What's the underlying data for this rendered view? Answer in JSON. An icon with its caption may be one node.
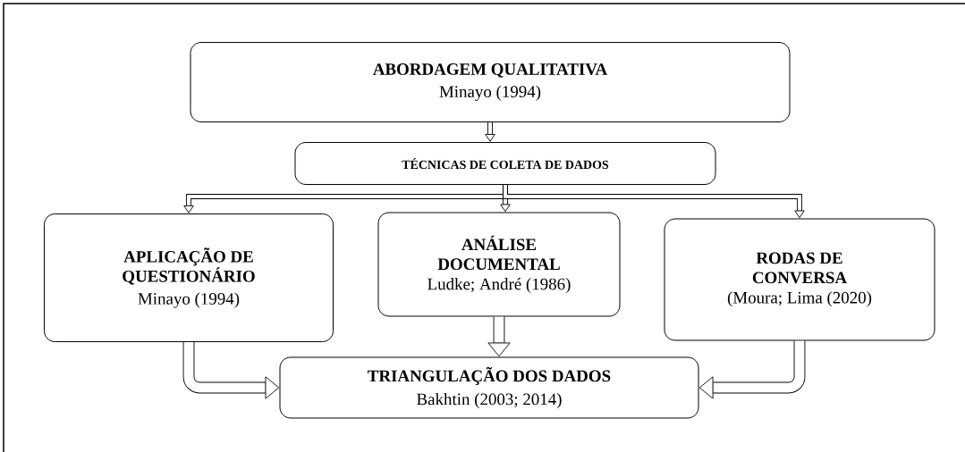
{
  "diagram": {
    "nodes": [
      {
        "text": [
          "ABORDAGEM QUALITATIVA",
          "Minayo (1994)"
        ]
      },
      {
        "text": [
          "TÉCNICAS DE COLETA DE DADOS"
        ]
      },
      {
        "text": [
          "APLICAÇÃO DE QUESTIONÁRIO",
          "Minayo (1994)"
        ]
      },
      {
        "text": [
          "ANÁLISE DOCUMENTAL",
          "Ludke; André (1986)"
        ]
      },
      {
        "text": [
          "RODAS DE CONVERSA",
          "(Moura; Lima (2020)"
        ]
      },
      {
        "text": [
          "TRIANGULAÇÃO DOS DADOS",
          "Bakhtin (2003; 2014)"
        ]
      }
    ],
    "edges": [
      {
        "from": 0,
        "to": 1,
        "arrow": "to"
      },
      {
        "from": 1,
        "to": 2,
        "arrow": "to"
      },
      {
        "from": 1,
        "to": 3,
        "arrow": "to"
      },
      {
        "from": 1,
        "to": 4,
        "arrow": "to"
      },
      {
        "from": 3,
        "to": 5,
        "arrow": "to",
        "style": "thick"
      },
      {
        "from": 2,
        "to": 5,
        "arrow": "to",
        "style": "thick"
      },
      {
        "from": 4,
        "to": 5,
        "arrow": "to",
        "style": "thick"
      }
    ]
  }
}
